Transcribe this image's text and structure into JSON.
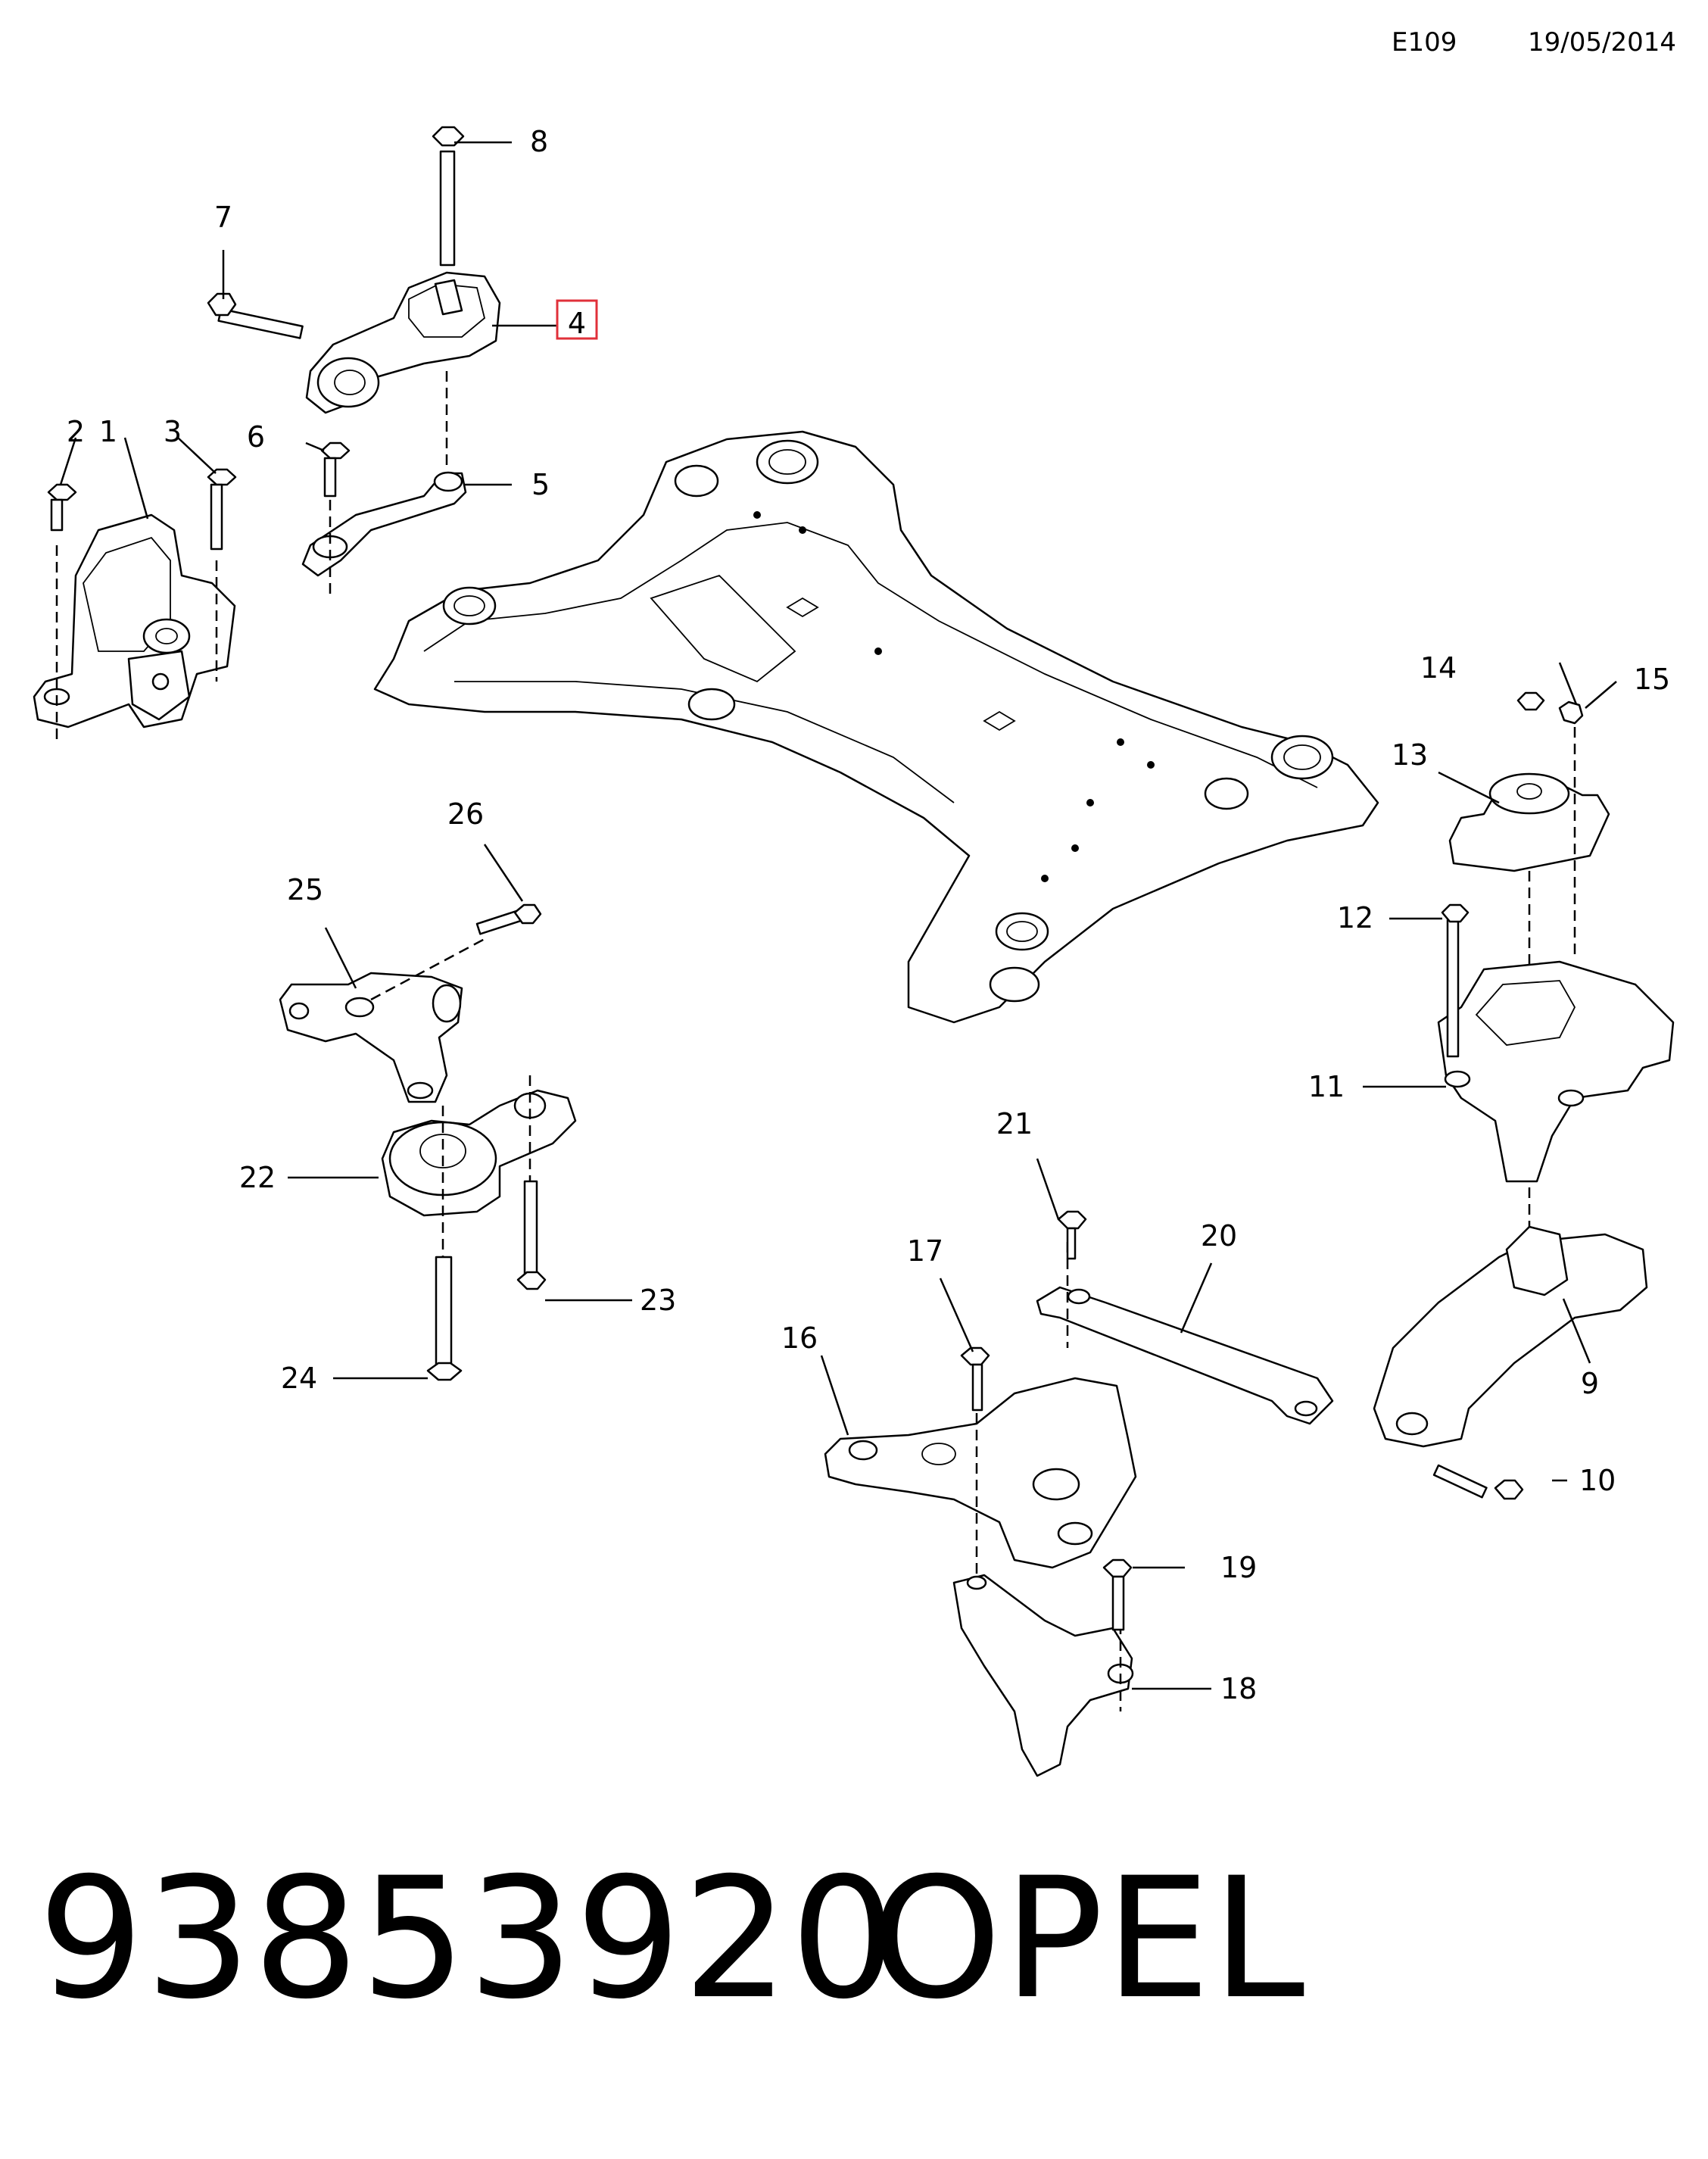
{
  "header": {
    "code": "E109",
    "date": "19/05/2014"
  },
  "parts": [
    {
      "id": "1",
      "label": "1"
    },
    {
      "id": "2",
      "label": "2"
    },
    {
      "id": "3",
      "label": "3"
    },
    {
      "id": "4",
      "label": "4",
      "highlighted": true
    },
    {
      "id": "5",
      "label": "5"
    },
    {
      "id": "6",
      "label": "6"
    },
    {
      "id": "7",
      "label": "7"
    },
    {
      "id": "8",
      "label": "8"
    },
    {
      "id": "9",
      "label": "9"
    },
    {
      "id": "10",
      "label": "10"
    },
    {
      "id": "11",
      "label": "11"
    },
    {
      "id": "12",
      "label": "12"
    },
    {
      "id": "13",
      "label": "13"
    },
    {
      "id": "14",
      "label": "14"
    },
    {
      "id": "15",
      "label": "15"
    },
    {
      "id": "16",
      "label": "16"
    },
    {
      "id": "17",
      "label": "17"
    },
    {
      "id": "18",
      "label": "18"
    },
    {
      "id": "19",
      "label": "19"
    },
    {
      "id": "20",
      "label": "20"
    },
    {
      "id": "21",
      "label": "21"
    },
    {
      "id": "22",
      "label": "22"
    },
    {
      "id": "23",
      "label": "23"
    },
    {
      "id": "24",
      "label": "24"
    },
    {
      "id": "25",
      "label": "25"
    },
    {
      "id": "26",
      "label": "26"
    }
  ],
  "highlight_color": "#e0303a",
  "footer": {
    "part_number": "93853920",
    "brand": "OPEL"
  }
}
